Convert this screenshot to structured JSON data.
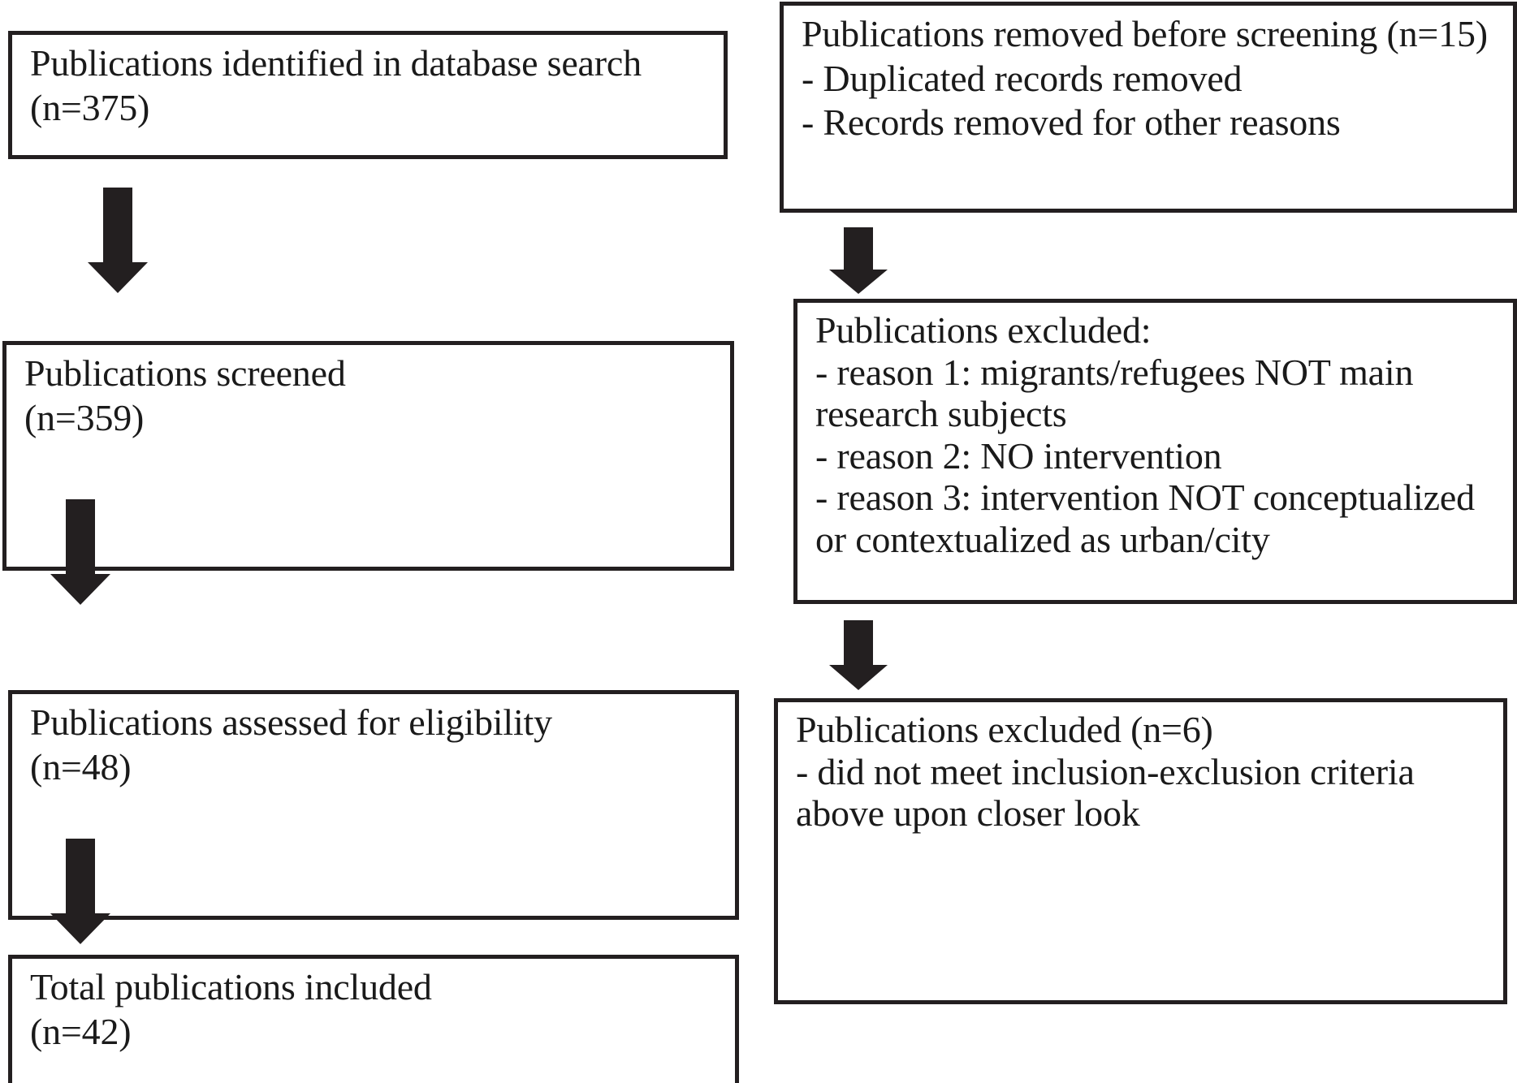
{
  "diagram": {
    "type": "prisma-flow-diagram",
    "orientation": "vertical-two-column",
    "colors": {
      "stroke": "#231f20",
      "fill": "#ffffff",
      "text": "#1a1a1a"
    },
    "left_column": {
      "boxes": [
        {
          "id": "identified",
          "text": "Publications identified in database search\n(n=375)",
          "count": 375
        },
        {
          "id": "screened",
          "text": "Publications screened\n(n=359)",
          "count": 359
        },
        {
          "id": "eligibility",
          "text": "Publications assessed for eligibility\n(n=48)",
          "count": 48
        },
        {
          "id": "included",
          "text": "Total publications included\n(n=42)",
          "count": 42
        }
      ]
    },
    "right_column": {
      "boxes": [
        {
          "id": "removed-before-screening",
          "text": "Publications removed before screening (n=15)\n- Duplicated records removed\n- Records removed for other reasons",
          "count": 15
        },
        {
          "id": "excluded-reasons",
          "text": "Publications excluded:\n- reason 1: migrants/refugees NOT main research subjects\n- reason 2: NO intervention\n- reason 3: intervention NOT conceptualized or contextualized as urban/city"
        },
        {
          "id": "excluded-closer-look",
          "text": "Publications excluded (n=6)\n- did not meet inclusion-exclusion criteria above upon closer look",
          "count": 6
        }
      ]
    },
    "arrows": [
      {
        "id": "arrow-identified-to-screened",
        "direction": "down"
      },
      {
        "id": "arrow-screened-to-eligibility",
        "direction": "down"
      },
      {
        "id": "arrow-eligibility-to-included",
        "direction": "down"
      },
      {
        "id": "arrow-removed-to-excluded-reasons",
        "direction": "down"
      },
      {
        "id": "arrow-excluded-reasons-to-closer-look",
        "direction": "down"
      }
    ]
  }
}
